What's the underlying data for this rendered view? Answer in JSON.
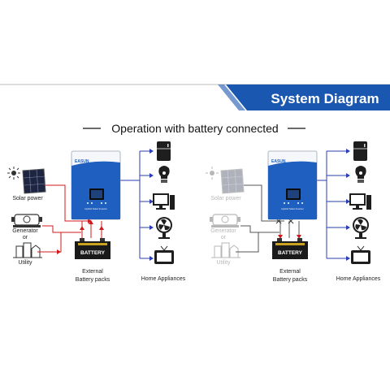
{
  "header": {
    "title": "System Diagram"
  },
  "subtitle": "Operation with battery connected",
  "inverter": {
    "brand": "EASUN",
    "model": "Hybrid Solar Inverter"
  },
  "battery": {
    "label": "BATTERY"
  },
  "left": {
    "sources": {
      "solar": "Solar power",
      "generator": "Generator",
      "or": "or",
      "utility": "Utility"
    },
    "battery_caption": [
      "External",
      "Battery packs"
    ],
    "appliances_caption": "Home Appliances"
  },
  "right": {
    "sources": {
      "solar": "Solar power",
      "generator": "Generator",
      "or": "or",
      "utility": "Utility"
    },
    "battery_caption": [
      "External",
      "Battery packs"
    ],
    "appliances_caption": "Home Appliances"
  },
  "colors": {
    "banner": "#1a57b0",
    "inverter_blue": "#1f5fbf",
    "red_wire": "#d0191c",
    "blue_wire": "#2a3fb5",
    "gray_wire": "#555555"
  }
}
